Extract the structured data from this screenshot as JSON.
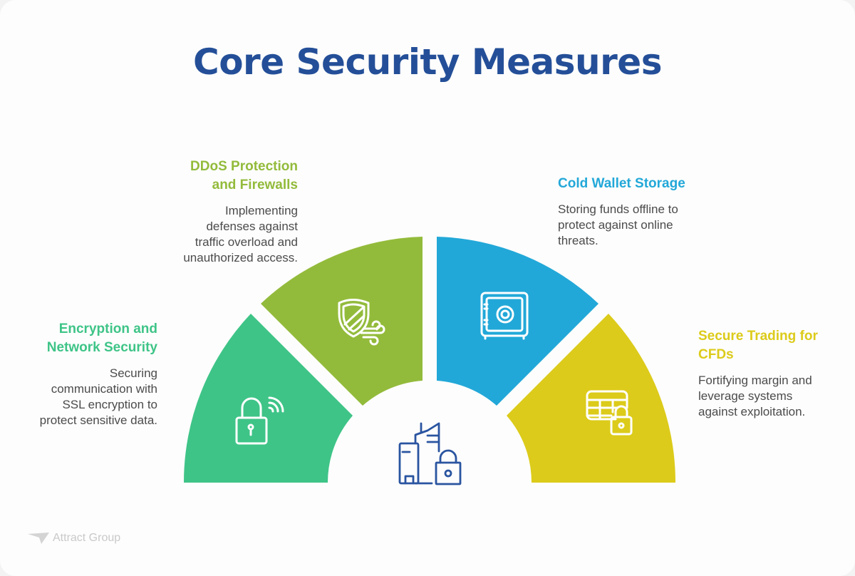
{
  "title": "Core Security Measures",
  "colors": {
    "title": "#244f98",
    "encryption": "#3ec487",
    "ddos": "#93bb3b",
    "cold_wallet": "#22a8d8",
    "trading": "#dccb1a",
    "center_icon": "#2a54a0",
    "body_text": "#4b4b4b"
  },
  "segments": [
    {
      "id": "encryption",
      "title": "Encryption and Network Security",
      "title_lines": [
        "Encryption and",
        "Network Security"
      ],
      "description_lines": [
        "Securing",
        "communication with",
        "SSL encryption to",
        "protect sensitive data."
      ],
      "icon": "lock-wifi-icon"
    },
    {
      "id": "ddos",
      "title": "DDoS Protection and Firewalls",
      "title_lines": [
        "DDoS Protection",
        "and Firewalls"
      ],
      "description_lines": [
        "Implementing",
        "defenses against",
        "traffic overload and",
        "unauthorized access."
      ],
      "icon": "shield-wind-icon"
    },
    {
      "id": "cold_wallet",
      "title": "Cold Wallet Storage",
      "title_lines": [
        "Cold Wallet Storage"
      ],
      "description_lines": [
        "Storing funds offline to",
        "protect against online",
        "threats."
      ],
      "icon": "safe-icon"
    },
    {
      "id": "trading",
      "title": "Secure Trading for CFDs",
      "title_lines": [
        "Secure Trading for",
        "CFDs"
      ],
      "description_lines": [
        "Fortifying margin and",
        "leverage systems",
        "against exploitation."
      ],
      "icon": "table-lock-icon"
    }
  ],
  "center_icon": "buildings-lock-icon",
  "logo": {
    "text": "Attract Group",
    "icon": "paper-plane-icon"
  }
}
